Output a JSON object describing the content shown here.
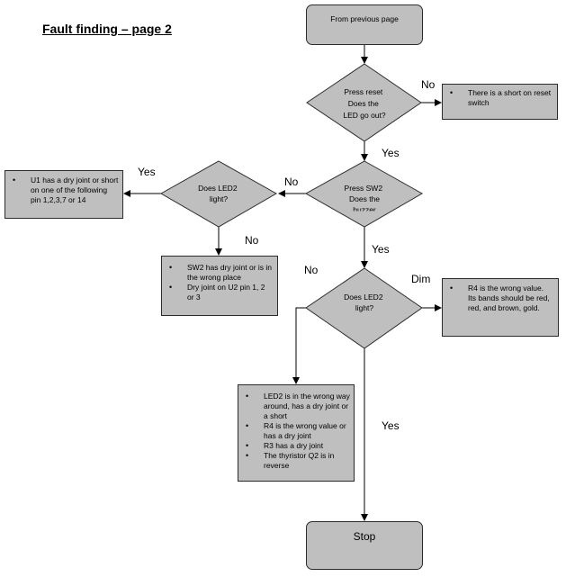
{
  "title": "Fault finding – page 2",
  "start": "From previous page",
  "stop": "Stop",
  "decisions": {
    "d1": [
      "Press reset",
      "Does the",
      "LED go out?"
    ],
    "d2": [
      "Press SW2",
      "Does the",
      "buzzer"
    ],
    "d3": [
      "Does LED2",
      "light?"
    ],
    "d4": [
      "Does LED2",
      "light?"
    ]
  },
  "boxes": {
    "reset_short": [
      "There is a short on reset switch"
    ],
    "u1": [
      "U1 has a dry joint or short on one of the following pin 1,2,3,7 or 14"
    ],
    "sw2": [
      "SW2 has dry joint or is in the wrong place",
      "Dry joint on U2 pin 1, 2 or 3"
    ],
    "r4_value": [
      "R4 is the wrong value. Its bands should be red, red, and brown, gold."
    ],
    "led2_list": [
      "LED2 is in the wrong way around, has a dry joint or a short",
      "R4 is the wrong value or has a dry joint",
      "R3 has a dry joint",
      "The thyristor Q2 is in reverse"
    ]
  },
  "labels": {
    "d1_no": "No",
    "d1_yes": "Yes",
    "d2_no": "No",
    "d2_yes": "Yes",
    "d3_yes": "Yes",
    "d3_no": "No",
    "d4_no": "No",
    "d4_dim": "Dim",
    "d4_yes": "Yes"
  },
  "colors": {
    "fill": "#bfbfbf",
    "stroke": "#2b2b2b"
  }
}
